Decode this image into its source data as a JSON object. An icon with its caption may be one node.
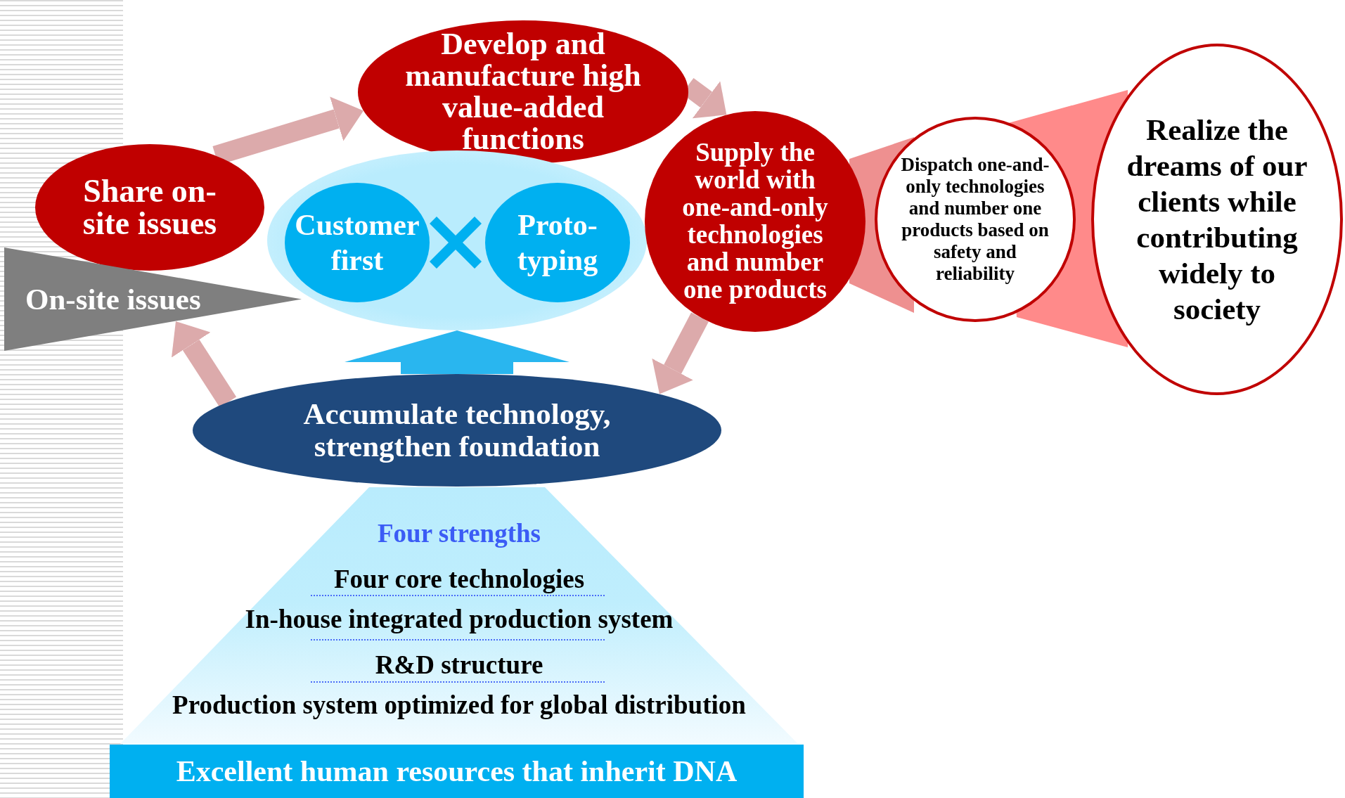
{
  "diagram": {
    "nodes": [
      {
        "text": [
          "Develop and manufacture high value-added functions"
        ]
      },
      {
        "text": [
          "Share on-site issues"
        ]
      },
      {
        "text": [
          "On-site issues"
        ]
      },
      {
        "text": [],
        "shape": "ellipse"
      },
      {
        "text": [
          "Customer first"
        ],
        "in": 3
      },
      {
        "text": [
          "Proto-typing"
        ],
        "in": 3
      },
      {
        "text": [
          "Supply the world with one-and-only technologies and number one products"
        ]
      },
      {
        "text": [
          "Dispatch one-and-only technologies and number one products based on safety and reliability"
        ]
      },
      {
        "text": [
          "Realize the dreams of our clients while contributing widely to society"
        ]
      },
      {
        "text": [
          "Accumulate technology, strengthen foundation"
        ]
      },
      {
        "text": [
          "Four strengths",
          "Four core technologies",
          "In-house integrated production system",
          "R&D structure",
          "Production system optimized for global distribution"
        ]
      },
      {
        "text": [
          "Excellent human resources that inherit DNA"
        ]
      },
      {
        "text": [],
        "shape": "wedge"
      },
      {
        "text": [],
        "shape": "wedge"
      }
    ],
    "edges": [
      {
        "from": 1,
        "to": 0,
        "arrow": "to"
      },
      {
        "from": 0,
        "to": 6,
        "arrow": "to"
      },
      {
        "from": 6,
        "to": 9,
        "arrow": "to"
      },
      {
        "from": 9,
        "to": 2,
        "arrow": "to"
      },
      {
        "from": 9,
        "to": 3,
        "arrow": "to",
        "style": "thick",
        "color": "#29b6ef"
      }
    ]
  }
}
